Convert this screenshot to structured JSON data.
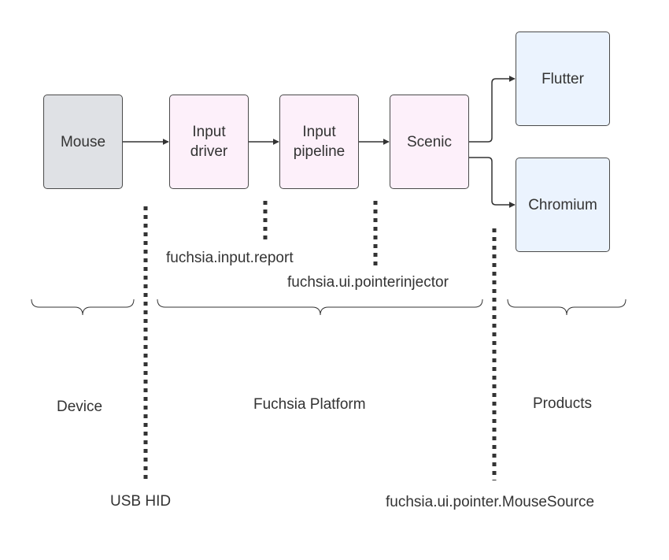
{
  "nodes": {
    "mouse": "Mouse",
    "input_driver": "Input\ndriver",
    "input_pipeline": "Input\npipeline",
    "scenic": "Scenic",
    "flutter": "Flutter",
    "chromium": "Chromium"
  },
  "interfaces": {
    "input_report": "fuchsia.input.report",
    "pointerinjector": "fuchsia.ui.pointerinjector",
    "usb_hid": "USB HID",
    "mouse_source": "fuchsia.ui.pointer.MouseSource"
  },
  "regions": {
    "device": "Device",
    "platform": "Fuchsia Platform",
    "products": "Products"
  },
  "colors": {
    "device_fill": "#dfe1e5",
    "platform_fill": "#fdf0fa",
    "product_fill": "#ebf3fe",
    "stroke": "#333333"
  }
}
